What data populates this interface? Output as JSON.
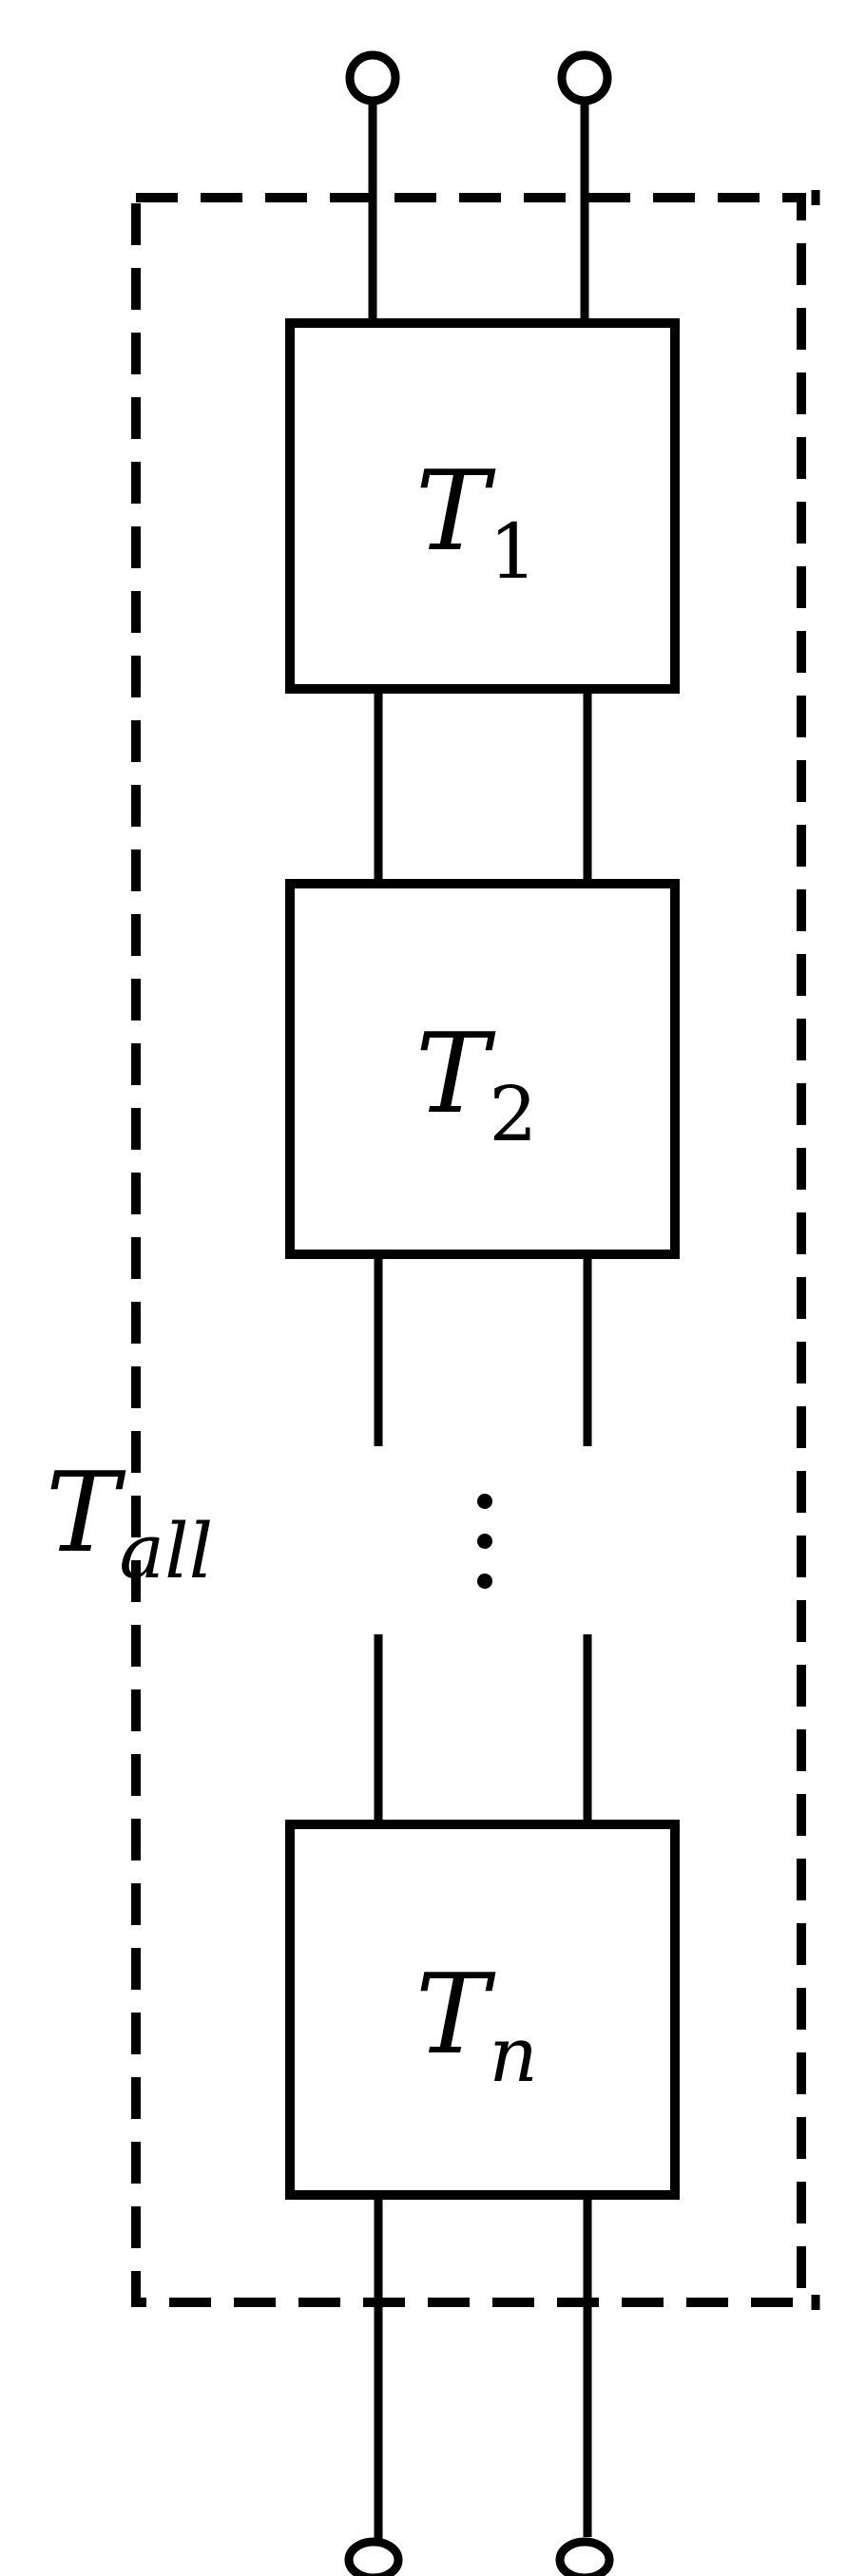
{
  "diagram": {
    "outer_label": {
      "main": "T",
      "sub": "all"
    },
    "blocks": [
      {
        "main": "T",
        "sub": "1"
      },
      {
        "main": "T",
        "sub": "2"
      },
      {
        "main": "T",
        "sub": "n"
      }
    ],
    "ellipsis": "⋮"
  }
}
